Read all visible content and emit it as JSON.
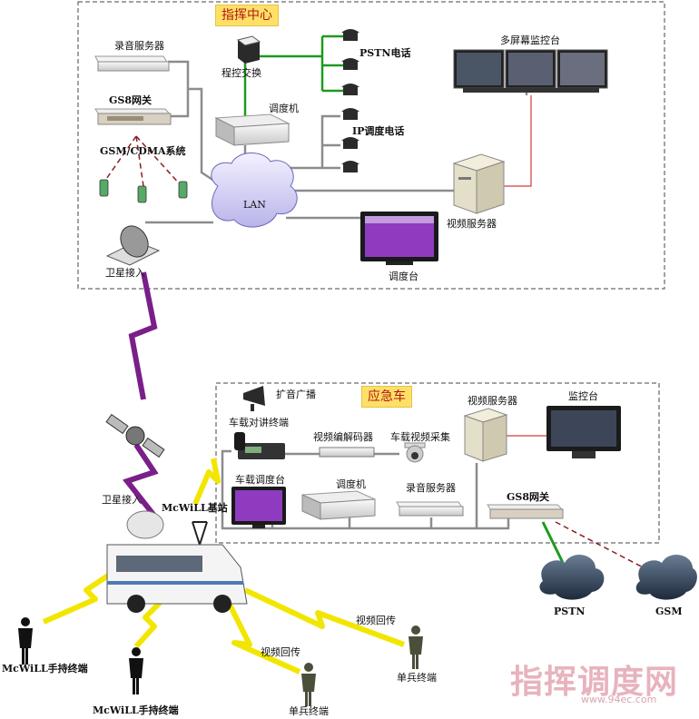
{
  "regions": {
    "command_center": {
      "title": "指挥中心"
    },
    "emergency_vehicle": {
      "title": "应急车"
    }
  },
  "nodes": {
    "recording_server_top": "录音服务器",
    "gs8_gateway_top": "GS8网关",
    "gsm_cdma_system": "GSM/CDMA系统",
    "program_switch": "程控交换",
    "pstn_phone": "PSTN电话",
    "dispatcher_top": "调度机",
    "ip_phone": "IP调度电话",
    "lan": "LAN",
    "multi_screen": "多屏幕监控台",
    "video_server_top": "视频服务器",
    "dispatch_console": "调度台",
    "satellite_access_top": "卫星接入",
    "pa_broadcast": "扩音广播",
    "vehicle_intercom": "车载对讲终端",
    "video_codec": "视频编解码器",
    "vehicle_video_capture": "车载视频采集",
    "video_server_vehicle": "视频服务器",
    "monitor_console": "监控台",
    "vehicle_dispatch_console": "车载调度台",
    "dispatcher_vehicle": "调度机",
    "recording_server_vehicle": "录音服务器",
    "gs8_gateway_vehicle": "GS8网关",
    "satellite_access_vehicle": "卫星接入",
    "mcwill_base_station": "McWiLL基站",
    "pstn_cloud": "PSTN",
    "gsm_cloud": "GSM",
    "mcwill_handset_left": "McWiLL手持终端",
    "mcwill_handset_center": "McWiLL手持终端",
    "video_return_1": "视频回传",
    "video_return_2": "视频回传",
    "soldier_terminal_1": "单兵终端",
    "soldier_terminal_2": "单兵终端"
  },
  "watermark": {
    "main": "指挥调度网",
    "url": "www.94ec.com"
  },
  "colors": {
    "accent_title_bg": "#ffe066",
    "accent_title_text": "#b01818",
    "link_gray": "#8c8c8c",
    "link_green": "#1e9a1e",
    "link_red": "#d23a3a",
    "link_dashed_red": "#8a1f1f",
    "satellite_link": "#7a1f8a",
    "wireless_link": "#f2e600"
  }
}
